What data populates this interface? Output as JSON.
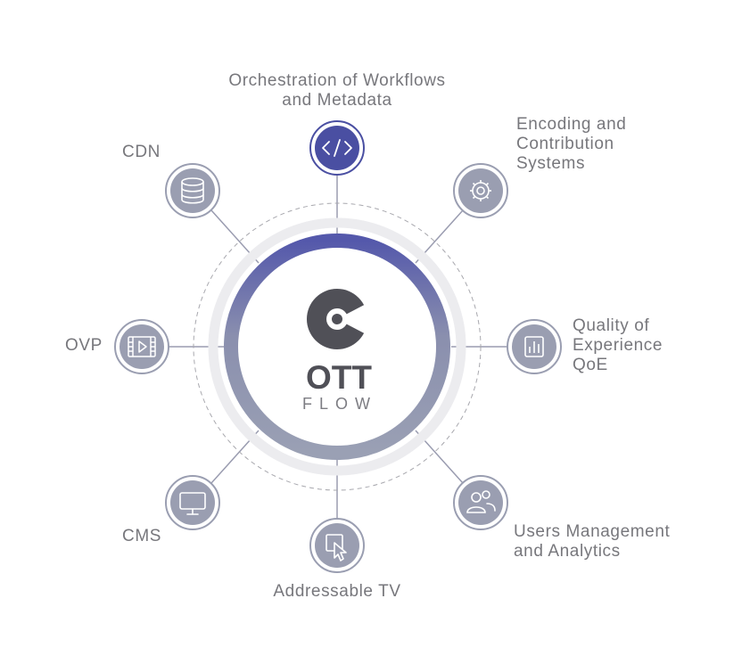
{
  "logo": {
    "mark_text": "OTT",
    "sub_text": "FLOW"
  },
  "colors": {
    "accent": "#4a4fa2",
    "ring_gradient_top": "#5458ab",
    "ring_gradient_bottom": "#9aa0b4",
    "node_fill": "#9a9eb1",
    "connector": "#9a9cb0",
    "label": "#77777c",
    "logo_dark": "#505057",
    "logo_light": "#7d7d83"
  },
  "nodes": {
    "orchestration": {
      "icon": "code-icon",
      "highlighted": true,
      "lines": [
        "Orchestration of Workflows",
        "and Metadata"
      ]
    },
    "encoding": {
      "icon": "gear-icon",
      "highlighted": false,
      "lines": [
        "Encoding and",
        "Contribution",
        "Systems"
      ]
    },
    "qoe": {
      "icon": "bar-chart-icon",
      "highlighted": false,
      "lines": [
        "Quality of",
        "Experience",
        "QoE"
      ]
    },
    "users": {
      "icon": "users-icon",
      "highlighted": false,
      "lines": [
        "Users Management",
        "and Analytics"
      ]
    },
    "addressable": {
      "icon": "cursor-icon",
      "highlighted": false,
      "lines": [
        "Addressable TV"
      ]
    },
    "cms": {
      "icon": "monitor-icon",
      "highlighted": false,
      "lines": [
        "CMS"
      ]
    },
    "ovp": {
      "icon": "video-icon",
      "highlighted": false,
      "lines": [
        "OVP"
      ]
    },
    "cdn": {
      "icon": "database-icon",
      "highlighted": false,
      "lines": [
        "CDN"
      ]
    }
  }
}
